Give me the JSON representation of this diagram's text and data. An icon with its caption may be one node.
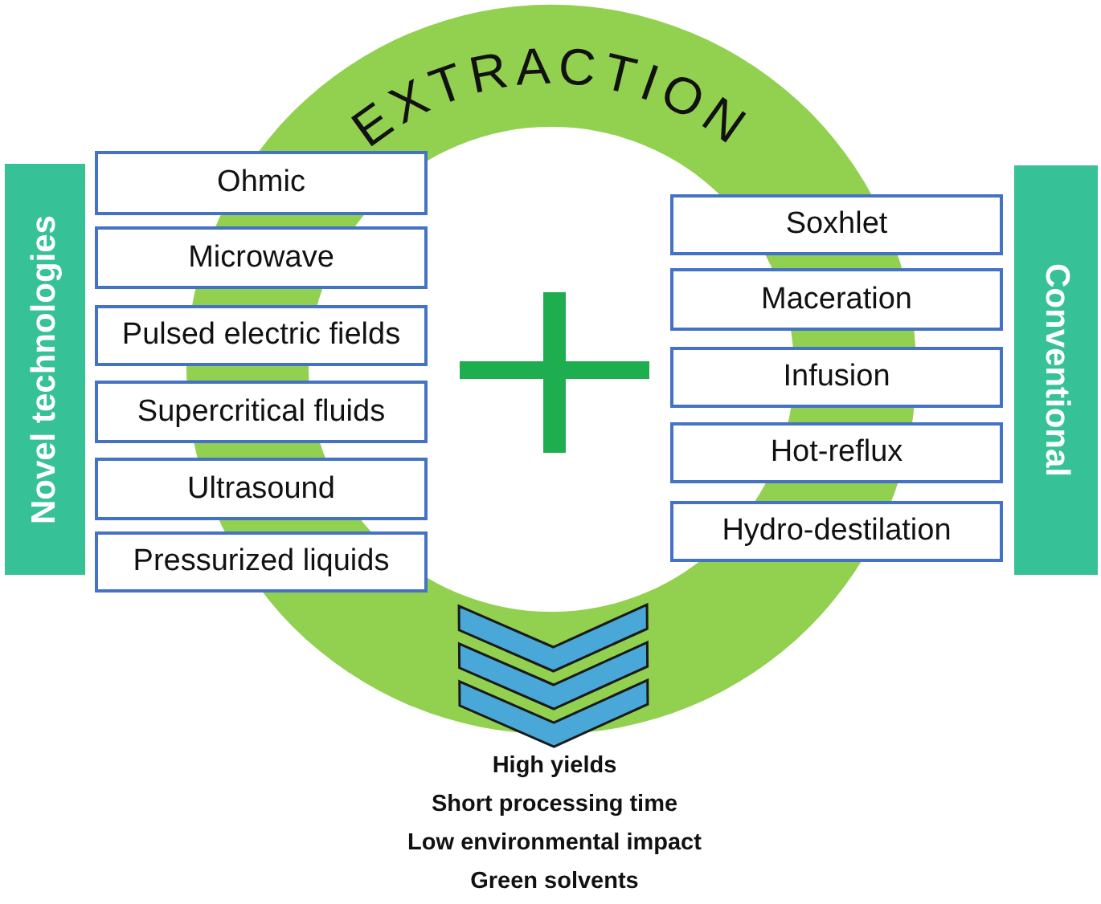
{
  "diagram": {
    "nodes": [
      {
        "text": [
          "EXTRACTION"
        ]
      },
      {
        "text": [
          "Novel technologies"
        ]
      },
      {
        "text": [
          "Ohmic"
        ]
      },
      {
        "text": [
          "Microwave"
        ]
      },
      {
        "text": [
          "Pulsed electric fields"
        ]
      },
      {
        "text": [
          "Supercritical fluids"
        ]
      },
      {
        "text": [
          "Ultrasound"
        ]
      },
      {
        "text": [
          "Pressurized liquids"
        ]
      },
      {
        "text": [
          "Conventional"
        ]
      },
      {
        "text": [
          "Soxhlet"
        ]
      },
      {
        "text": [
          "Maceration"
        ]
      },
      {
        "text": [
          "Infusion"
        ]
      },
      {
        "text": [
          "Hot-reflux"
        ]
      },
      {
        "text": [
          "Hydro-destilation"
        ]
      },
      {
        "text": [
          "High yields",
          "Short processing time",
          "Low environmental impact",
          "Green solvents"
        ]
      }
    ],
    "edges": [
      {
        "from": 0,
        "to": 14,
        "arrow": "to"
      }
    ]
  }
}
